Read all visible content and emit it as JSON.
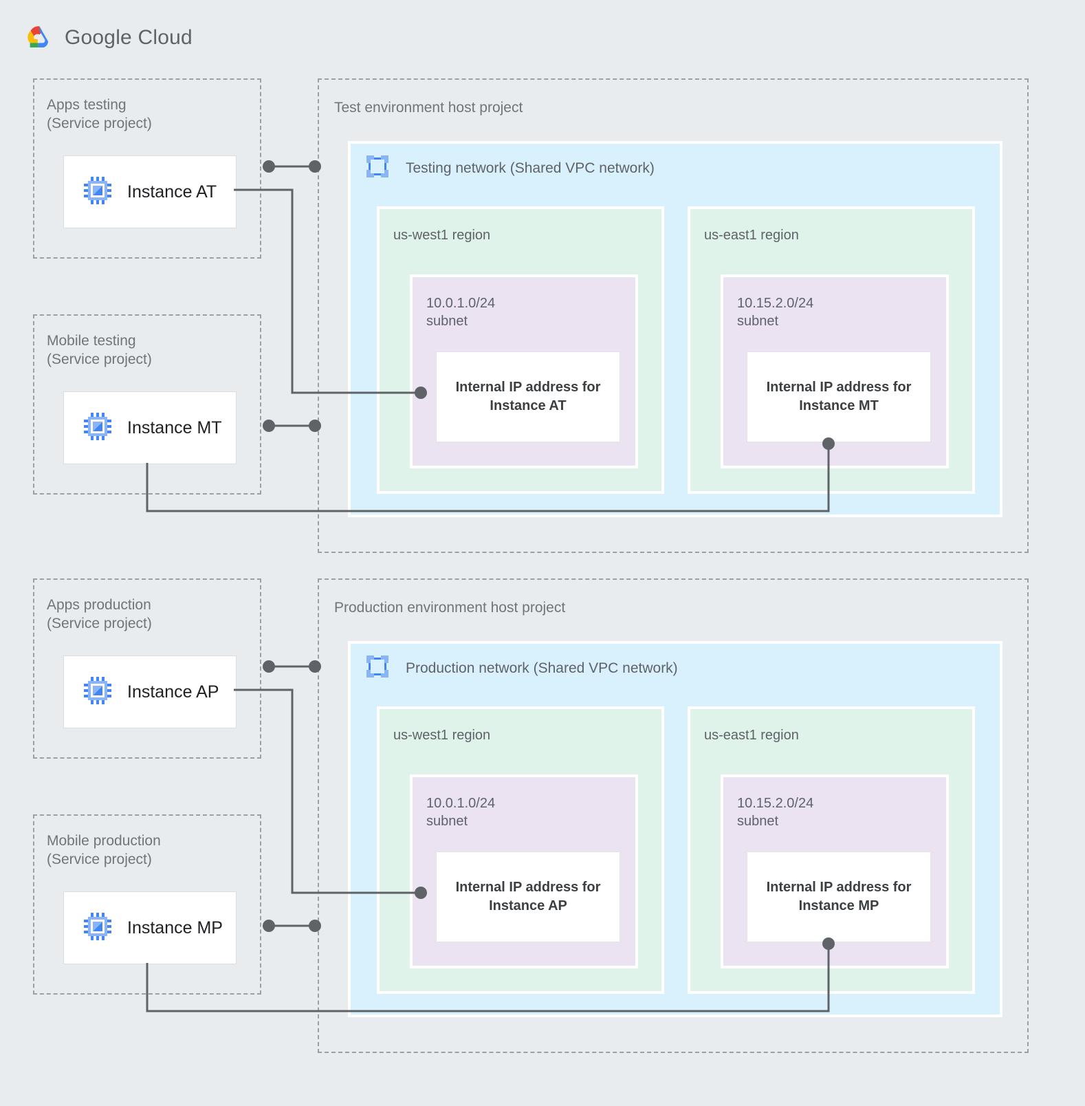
{
  "brand": {
    "name": "Google Cloud",
    "logo_icon": "google-cloud-logo-icon",
    "colors": {
      "red": "#EA4335",
      "yellow": "#FBBC05",
      "green": "#34A853",
      "blue": "#4285F4",
      "text": "#5f6368"
    }
  },
  "palette": {
    "page_background": "#e8ecee",
    "dashed_border": "#9aa0a6",
    "vpc_network_fill": "#d9f0fd",
    "region_fill": "#dff3ea",
    "subnet_fill": "#ebe3f2",
    "card_fill": "#ffffff",
    "connector": "#5f6368",
    "instance_icon_blue": "#4285F4",
    "instance_icon_light_blue": "#8ab4f8",
    "label_text": "#5f6368",
    "strong_text": "#3c4043"
  },
  "service_projects": [
    {
      "id": "apps-testing",
      "title": "Apps testing\n(Service project)",
      "instance": {
        "label": "Instance AT",
        "icon": "vm-instance-icon"
      }
    },
    {
      "id": "mobile-testing",
      "title": "Mobile testing\n(Service project)",
      "instance": {
        "label": "Instance MT",
        "icon": "vm-instance-icon"
      }
    },
    {
      "id": "apps-production",
      "title": "Apps production\n(Service project)",
      "instance": {
        "label": "Instance AP",
        "icon": "vm-instance-icon"
      }
    },
    {
      "id": "mobile-production",
      "title": "Mobile production\n(Service project)",
      "instance": {
        "label": "Instance MP",
        "icon": "vm-instance-icon"
      }
    }
  ],
  "host_projects": [
    {
      "id": "test-environment",
      "title": "Test environment host project",
      "network": {
        "title": "Testing network (Shared VPC network)",
        "icon": "vpc-network-icon",
        "regions": [
          {
            "id": "test-us-west1",
            "title": "us-west1 region",
            "subnet": {
              "title": "10.0.1.0/24\nsubnet",
              "cidr": "10.0.1.0/24",
              "ip_card": "Internal IP address for\nInstance AT"
            }
          },
          {
            "id": "test-us-east1",
            "title": "us-east1 region",
            "subnet": {
              "title": "10.15.2.0/24\nsubnet",
              "cidr": "10.15.2.0/24",
              "ip_card": "Internal IP address for\nInstance MT"
            }
          }
        ]
      }
    },
    {
      "id": "production-environment",
      "title": "Production environment host project",
      "network": {
        "title": "Production network (Shared VPC network)",
        "icon": "vpc-network-icon",
        "regions": [
          {
            "id": "prod-us-west1",
            "title": "us-west1 region",
            "subnet": {
              "title": "10.0.1.0/24\nsubnet",
              "cidr": "10.0.1.0/24",
              "ip_card": "Internal IP address for\nInstance AP"
            }
          },
          {
            "id": "prod-us-east1",
            "title": "us-east1 region",
            "subnet": {
              "title": "10.15.2.0/24\nsubnet",
              "cidr": "10.15.2.0/24",
              "ip_card": "Internal IP address for\nInstance MP"
            }
          }
        ]
      }
    }
  ],
  "connections": [
    {
      "id": "at-attach",
      "from": "apps-testing",
      "to": "test-environment",
      "style": "dot-line-dot"
    },
    {
      "id": "at-to-subnet",
      "from": "Instance AT",
      "to": "Internal IP address for Instance AT",
      "style": "elbow"
    },
    {
      "id": "mt-attach",
      "from": "mobile-testing",
      "to": "test-environment",
      "style": "dot-line-dot"
    },
    {
      "id": "mt-to-subnet",
      "from": "Instance MT",
      "to": "Internal IP address for Instance MT",
      "style": "elbow"
    },
    {
      "id": "ap-attach",
      "from": "apps-production",
      "to": "production-environment",
      "style": "dot-line-dot"
    },
    {
      "id": "ap-to-subnet",
      "from": "Instance AP",
      "to": "Internal IP address for Instance AP",
      "style": "elbow"
    },
    {
      "id": "mp-attach",
      "from": "mobile-production",
      "to": "production-environment",
      "style": "dot-line-dot"
    },
    {
      "id": "mp-to-subnet",
      "from": "Instance MP",
      "to": "Internal IP address for Instance MP",
      "style": "elbow"
    }
  ]
}
